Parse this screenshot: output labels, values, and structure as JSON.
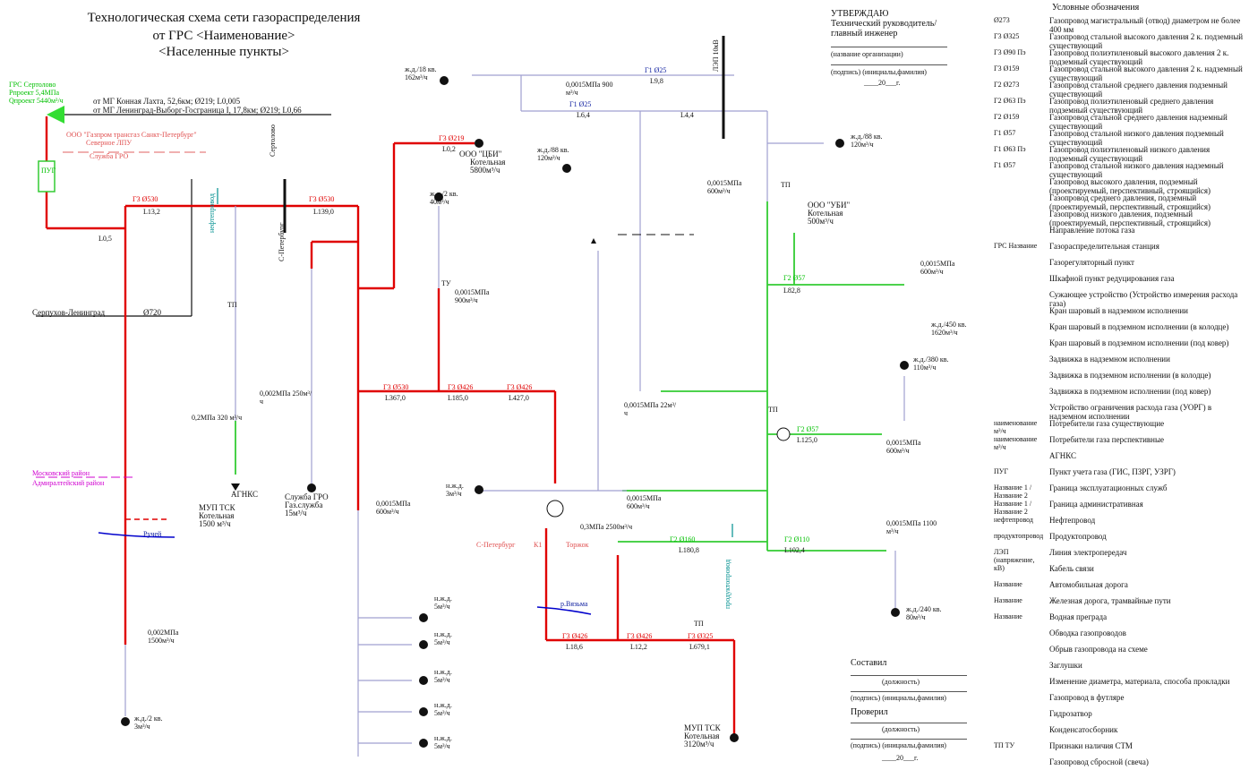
{
  "title": {
    "line1": "Технологическая схема сети газораспределения",
    "line2": "от ГРС <Наименование>",
    "line3": "<Населенные пункты>"
  },
  "approval": {
    "heading": "УТВЕРЖДАЮ",
    "position": "Технический руководитель/ главный инженер",
    "org": "(название организации)",
    "sign": "(подпись) (инициалы,фамилия)",
    "date": "____20___г."
  },
  "grs": {
    "name": "ГРС Сертолово",
    "pressure_in": "Рпроект 5,4МПа",
    "pressure_out": "Qпроект 5440м³/ч"
  },
  "sources": {
    "mg1": "от МГ Конная Лахта, 52,6км; Ø219; L0,005",
    "mg2": "от МГ Ленинград-Выборг-Госграница I, 17,8км; Ø219; L0,66"
  },
  "operator": {
    "name": "ООО \"Газпром трансгаз Санкт-Петербург\"",
    "unit": "Северное ЛПУ",
    "service": "Служба ГРО"
  },
  "places": {
    "sertolovo": "Сертолово",
    "spb": "С-Петербург",
    "serpukhov": "Серпухов-Ленинград",
    "diam720": "Ø720",
    "lep": "ЛЭП 10кВ",
    "moskovsky": "Московский район",
    "admiralteysky": "Адмиралтейский район",
    "ruchey": "Ручей",
    "vyazma": "р.Вязьма",
    "spb_torzhok_a": "С-Петербург",
    "spb_torzhok_k": "К1",
    "spb_torzhok_b": "Торжок",
    "neft": "нефтепровод",
    "produkt": "продуктопровод"
  },
  "consumers": [
    {
      "name": "ООО \"ЦБИ\"",
      "type": "Котельная",
      "flow": "5800м³/ч"
    },
    {
      "name": "ООО \"УБИ\"",
      "type": "Котельная",
      "flow": "500м³/ч"
    },
    {
      "name": "МУП ТСК",
      "type": "Котельная",
      "flow": "1500 м³/ч"
    },
    {
      "name": "МУП ТСК",
      "type": "Котельная",
      "flow": "3120м³/ч"
    },
    {
      "name": "Служба ГРО",
      "type": "Газ.служба",
      "flow": "15м³/ч"
    },
    {
      "name": "АГНКС",
      "type": "",
      "flow": ""
    }
  ],
  "residential": [
    {
      "label": "ж.д./18 кв.",
      "flow": "162м³/ч"
    },
    {
      "label": "ж.д./88 кв.",
      "flow": "120м³/ч"
    },
    {
      "label": "ж.д./88 кв.",
      "flow": "120м³/ч"
    },
    {
      "label": "ж.д./2 кв.",
      "flow": "40м³/ч"
    },
    {
      "label": "ж.д./450 кв.",
      "flow": "1620м³/ч"
    },
    {
      "label": "ж.д./380 кв.",
      "flow": "110м³/ч"
    },
    {
      "label": "ж.д./240 кв.",
      "flow": "80м³/ч"
    },
    {
      "label": "ж.д./2 кв.",
      "flow": "3м³/ч"
    },
    {
      "label": "н.ж.д.",
      "flow": "3м³/ч"
    },
    {
      "label": "н.ж.д.",
      "flow": "5м³/ч"
    },
    {
      "label": "н.ж.д.",
      "flow": "5м³/ч"
    },
    {
      "label": "н.ж.д.",
      "flow": "5м³/ч"
    },
    {
      "label": "н.ж.д.",
      "flow": "5м³/ч"
    },
    {
      "label": "н.ж.д.",
      "flow": "5м³/ч"
    }
  ],
  "pressures": [
    "0,0015МПа 900 м³/ч",
    "0,0015МПа 900м³/ч",
    "0,0015МПа 600м³/ч",
    "0,0015МПа 600м³/ч",
    "0,0015МПа 22м³/ч",
    "0,0015МПа 600м³/ч",
    "0,0015МПа 600м³/ч",
    "0,0015МПа 1100 м³/ч",
    "0,0015МПа 600м³/ч",
    "0,3МПа 2500м³/ч",
    "0,2МПа 320 м³/ч",
    "0,002МПа 250м³/ч",
    "0,002МПа 1500м³/ч"
  ],
  "segments": {
    "s1": "Г3 Ø530",
    "s2": "L13,2",
    "s3": "Г3 Ø530",
    "s4": "L139,0",
    "s5": "L0,5",
    "s6": "Г3 Ø219",
    "s7": "L0,2",
    "s8": "Г3 Ø426",
    "s9": "L185,0",
    "s10": "Г3 Ø426",
    "s11": "L427,0",
    "s12": "Г3 Ø530",
    "s13": "L367,0",
    "s14": "Г1 Ø25",
    "s15": "L9,8",
    "s16": "Г1 Ø25",
    "s17": "L6,4",
    "s18": "L4,4",
    "s19": "Г2 Ø57",
    "s20": "L82,8",
    "s21": "Г2 Ø160",
    "s22": "L180,8",
    "s23": "Г2 Ø110",
    "s24": "L102,4",
    "s25": "Г3 Ø426",
    "s26": "L18,6",
    "s27": "Г3 Ø426",
    "s28": "L12,2",
    "s29": "Г3 Ø325",
    "s30": "L679,1",
    "s31": "Г2 Ø57",
    "s32": "L125,0"
  },
  "tp": [
    "ТП",
    "ТУ",
    "ТП",
    "ТП",
    "ТП"
  ],
  "legend": {
    "heading": "Условные обозначения",
    "items": [
      {
        "sym": "Ø273",
        "text": "Газопровод магистральный (отвод) диаметром не более 400 мм"
      },
      {
        "sym": "Г3 Ø325",
        "text": "Газопровод стальной высокого давления 2 к. подземный существующий"
      },
      {
        "sym": "Г3 Ø90 Пэ",
        "text": "Газопровод полиэтиленовый высокого давления 2 к. подземный существующий"
      },
      {
        "sym": "Г3 Ø159",
        "text": "Газопровод стальной высокого давления 2 к. надземный существующий"
      },
      {
        "sym": "Г2 Ø273",
        "text": "Газопровод стальной среднего давления подземный существующий"
      },
      {
        "sym": "Г2 Ø63 Пэ",
        "text": "Газопровод полиэтиленовый среднего давления подземный существующий"
      },
      {
        "sym": "Г2 Ø159",
        "text": "Газопровод стальной среднего давления надземный существующий"
      },
      {
        "sym": "Г1 Ø57",
        "text": "Газопровод стальной низкого давления подземный существующий"
      },
      {
        "sym": "Г1 Ø63 Пэ",
        "text": "Газопровод полиэтиленовый низкого давления подземный существующий"
      },
      {
        "sym": "Г1 Ø57",
        "text": "Газопровод стальной низкого давления надземный существующий"
      },
      {
        "sym": "",
        "text": "Газопровод высокого давления, подземный (проектируемый, перспективный, строящийся)"
      },
      {
        "sym": "",
        "text": "Газопровод среднего давления, подземный (проектируемый, перспективный, строящийся)"
      },
      {
        "sym": "",
        "text": "Газопровод низкого давления, подземный (проектируемый, перспективный, строящийся)"
      },
      {
        "sym": "",
        "text": "Направление потока газа"
      },
      {
        "sym": "ГРС Название",
        "text": "Газораспределительная станция"
      },
      {
        "sym": "",
        "text": "Газорегуляторный пункт"
      },
      {
        "sym": "",
        "text": "Шкафной пункт редуцирования газа"
      },
      {
        "sym": "",
        "text": "Сужающее устройство (Устройство измерения расхода газа)"
      },
      {
        "sym": "",
        "text": "Кран шаровый в надземном исполнении"
      },
      {
        "sym": "",
        "text": "Кран шаровый в подземном исполнении (в колодце)"
      },
      {
        "sym": "",
        "text": "Кран шаровый в подземном исполнении (под ковер)"
      },
      {
        "sym": "",
        "text": "Задвижка в надземном исполнении"
      },
      {
        "sym": "",
        "text": "Задвижка в подземном исполнении (в колодце)"
      },
      {
        "sym": "",
        "text": "Задвижка в подземном исполнении (под ковер)"
      },
      {
        "sym": "",
        "text": "Устройство ограничения расхода газа (УОРГ) в надземном исполнении"
      },
      {
        "sym": "наименование м³/ч",
        "text": "Потребители газа существующие"
      },
      {
        "sym": "наименование м³/ч",
        "text": "Потребители газа перспективные"
      },
      {
        "sym": "",
        "text": "АГНКС"
      },
      {
        "sym": "ПУГ",
        "text": "Пункт учета газа (ГИС, ПЗРГ, УЗРГ)"
      },
      {
        "sym": "Название 1 / Название 2",
        "text": "Граница эксплуатационных служб"
      },
      {
        "sym": "Название 1 / Название 2",
        "text": "Граница административная"
      },
      {
        "sym": "нефтепровод",
        "text": "Нефтепровод"
      },
      {
        "sym": "продуктопровод",
        "text": "Продуктопровод"
      },
      {
        "sym": "ЛЭП (напряжение, кВ)",
        "text": "Линия электропередач"
      },
      {
        "sym": "",
        "text": "Кабель связи"
      },
      {
        "sym": "Название",
        "text": "Автомобильная дорога"
      },
      {
        "sym": "Название",
        "text": "Железная дорога, трамвайные пути"
      },
      {
        "sym": "Название",
        "text": "Водная преграда"
      },
      {
        "sym": "",
        "text": "Обводка газопроводов"
      },
      {
        "sym": "",
        "text": "Обрыв газопровода на схеме"
      },
      {
        "sym": "",
        "text": "Заглушки"
      },
      {
        "sym": "",
        "text": "Изменение диаметра, материала, способа прокладки"
      },
      {
        "sym": "",
        "text": "Газопровод в футляре"
      },
      {
        "sym": "",
        "text": "Гидрозатвор"
      },
      {
        "sym": "",
        "text": "Конденсатосборник"
      },
      {
        "sym": "ТП ТУ",
        "text": "Признаки наличия СТМ"
      },
      {
        "sym": "",
        "text": "Газопровод сбросной (свеча)"
      }
    ]
  },
  "signatures": {
    "composed": "Составил",
    "position": "(должность)",
    "sign": "(подпись) (инициалы,фамилия)",
    "checked": "Проверил",
    "position2": "(должность)",
    "sign2": "(подпись) (инициалы,фамилия)",
    "date": "____20___г."
  },
  "colors": {
    "high": "#e00000",
    "medium": "#33cc33",
    "low": "#9090c8",
    "main": "#111111",
    "grs": "#33dd33"
  }
}
